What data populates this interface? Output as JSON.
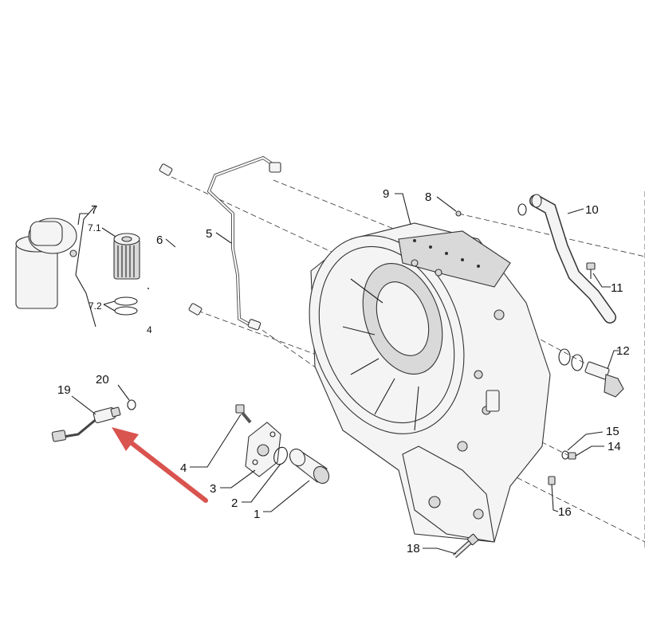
{
  "part_labels": {
    "p1": "1",
    "p2": "2",
    "p3": "3",
    "p4": "4",
    "p4b": "4",
    "p5": "5",
    "p6": "6",
    "p7": "7",
    "p7_1": "7.1",
    "p7_2": "7.2",
    "p8": "8",
    "p9": "9",
    "p10": "10",
    "p11": "11",
    "p12": "12",
    "p14": "14",
    "p15": "15",
    "p16": "16",
    "p18": "18",
    "p19": "19",
    "p20": "20"
  },
  "highlight": {
    "target_part": "19",
    "arrow_color": "#d9534f"
  }
}
